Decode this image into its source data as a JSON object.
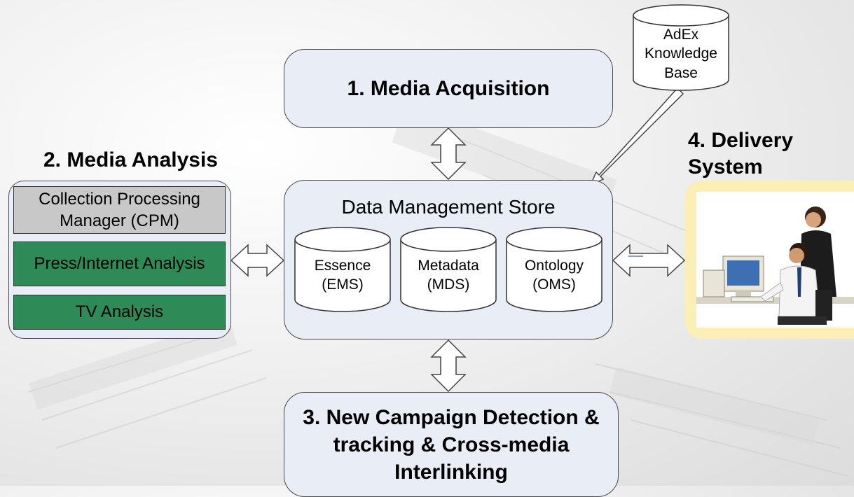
{
  "media_acquisition": {
    "label": "1. Media Acquisition"
  },
  "media_analysis": {
    "heading": "2. Media Analysis",
    "items": [
      {
        "label": "Collection Processing Manager (CPM)",
        "color": "#c8c8c8"
      },
      {
        "label": "Press/Internet Analysis",
        "color": "#2e8b57"
      },
      {
        "label": "TV Analysis",
        "color": "#2e8b57"
      }
    ]
  },
  "campaign_detection": {
    "label": "3. New Campaign Detection & tracking & Cross-media Interlinking"
  },
  "delivery_system": {
    "heading": "4. Delivery System"
  },
  "knowledge_base": {
    "label": "AdEx Knowledge Base"
  },
  "data_store": {
    "title": "Data Management Store",
    "stores": [
      {
        "label": "Essence (EMS)"
      },
      {
        "label": "Metadata (MDS)"
      },
      {
        "label": "Ontology (OMS)"
      }
    ]
  },
  "colors": {
    "box_fill": "#e8edf6",
    "green": "#2e8b57",
    "gray": "#c8c8c8",
    "frame": "#fbefb5"
  }
}
